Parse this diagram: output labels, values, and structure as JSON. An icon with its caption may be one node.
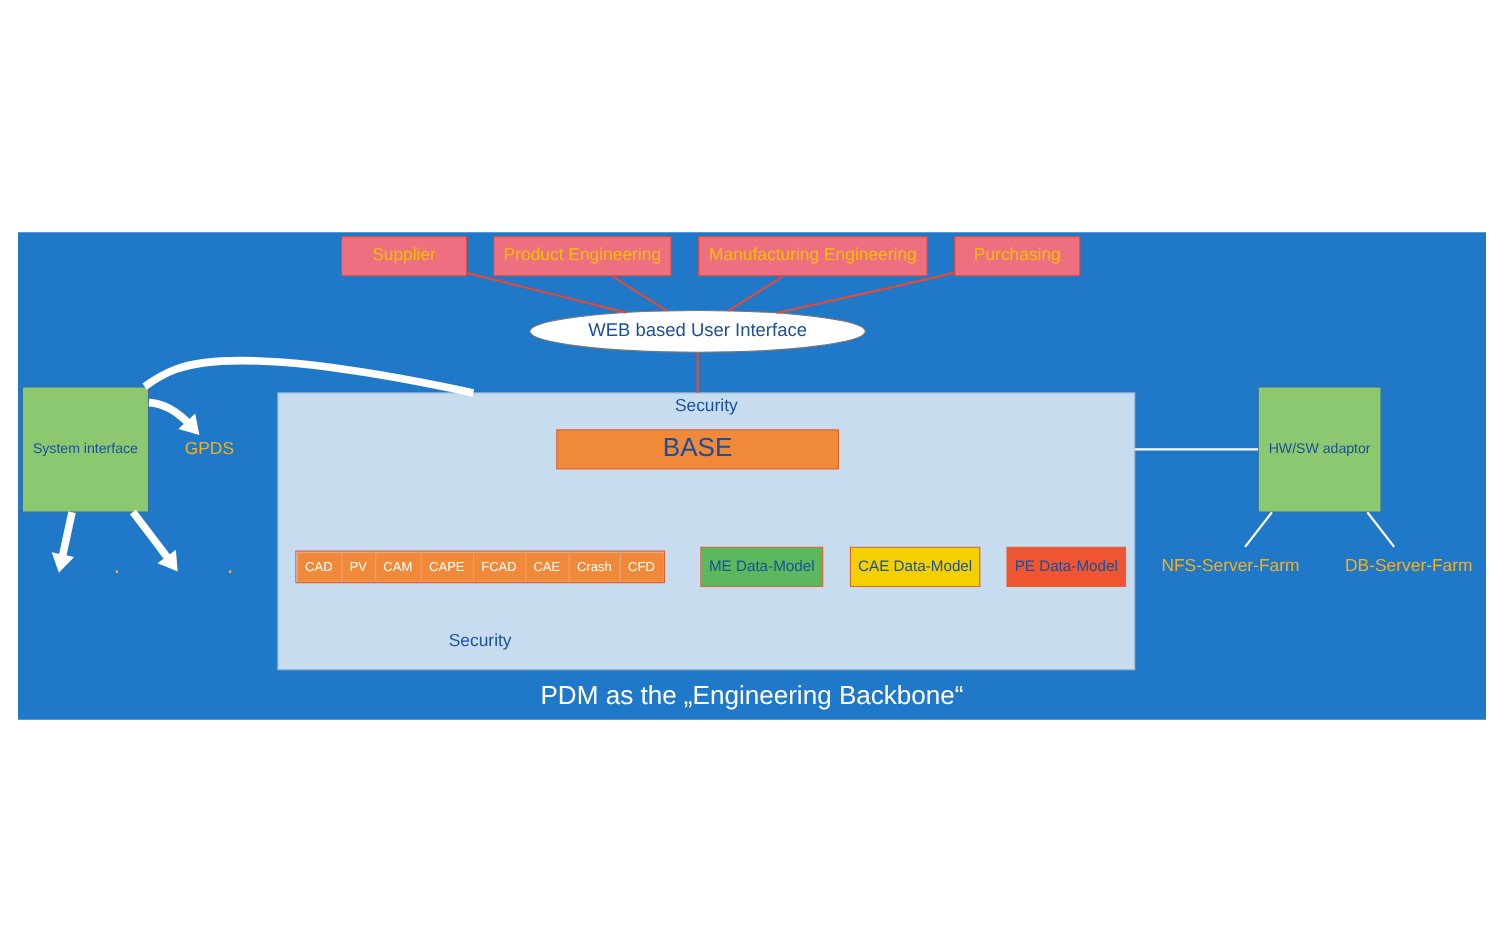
{
  "diagram": {
    "title": "PDM as the „Engineering Backbone“",
    "nodes": [
      {
        "text": [
          "Supplier"
        ]
      },
      {
        "text": [
          "Product Engineering"
        ]
      },
      {
        "text": [
          "Manufacturing Engineering"
        ]
      },
      {
        "text": [
          "Purchasing"
        ]
      },
      {
        "text": [
          "WEB based User Interface"
        ]
      },
      {
        "text": [
          "Security",
          "Security"
        ]
      },
      {
        "text": [
          "ME Data-Model"
        ],
        "in": 5
      },
      {
        "text": [
          "CAE Data-Model"
        ],
        "in": 5
      },
      {
        "text": [
          "PE Data-Model"
        ],
        "in": 5
      },
      {
        "text": [
          "BASE"
        ],
        "in": 5
      },
      {
        "text": [
          "CAD",
          "PV",
          "CAM",
          "CAPE",
          "FCAD",
          "CAE",
          "Crash",
          "CFD"
        ],
        "in": 5
      },
      {
        "text": [
          "System interface"
        ]
      },
      {
        "text": [
          "HW/SW adaptor"
        ]
      },
      {
        "text": [
          "GPDS"
        ]
      },
      {
        "text": [
          "NFS-Server-Farm"
        ]
      },
      {
        "text": [
          "DB-Server-Farm"
        ]
      }
    ],
    "edges": [
      {
        "from": 0,
        "to": 4,
        "arrow": "none",
        "color": "#e04a3a"
      },
      {
        "from": 1,
        "to": 4,
        "arrow": "none",
        "color": "#e04a3a"
      },
      {
        "from": 2,
        "to": 4,
        "arrow": "none",
        "color": "#e04a3a"
      },
      {
        "from": 3,
        "to": 4,
        "arrow": "none",
        "color": "#e04a3a"
      },
      {
        "from": 4,
        "to": 5,
        "arrow": "none",
        "color": "#e04a3a"
      },
      {
        "from": 5,
        "to": 11,
        "arrow": "none",
        "style": "thick"
      },
      {
        "from": 11,
        "to": null,
        "arrow": "to",
        "style": "thick"
      },
      {
        "from": 11,
        "to": 13,
        "arrow": "to",
        "style": "thick"
      },
      {
        "from": 11,
        "to": null,
        "arrow": "to",
        "style": "thick"
      },
      {
        "from": 5,
        "to": 12,
        "arrow": "none"
      },
      {
        "from": 12,
        "to": 14,
        "arrow": "none"
      },
      {
        "from": 12,
        "to": 15,
        "arrow": "none"
      }
    ],
    "labels": [
      ".",
      "."
    ]
  }
}
